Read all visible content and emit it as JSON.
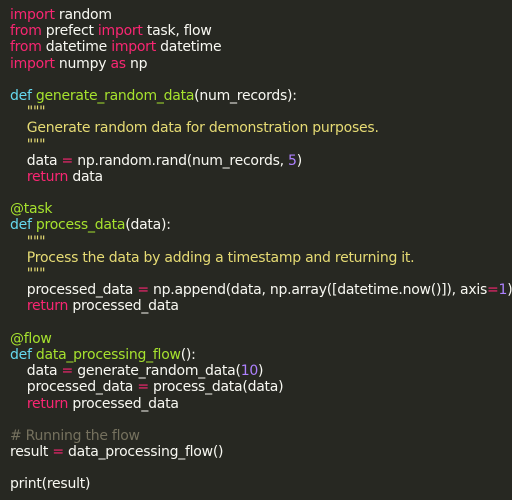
{
  "editor": {
    "theme_colors": {
      "background": "#272822",
      "text": "#f8f8f2",
      "keyword": "#f92672",
      "def_keyword": "#66d9ef",
      "function": "#a6e22e",
      "string": "#e6db74",
      "number": "#ae81ff",
      "comment": "#75715e"
    },
    "lines": [
      [
        {
          "t": "import",
          "k": "kw"
        },
        {
          "t": " random",
          "k": "plain"
        }
      ],
      [
        {
          "t": "from",
          "k": "kw"
        },
        {
          "t": " prefect ",
          "k": "plain"
        },
        {
          "t": "import",
          "k": "kw"
        },
        {
          "t": " task, flow",
          "k": "plain"
        }
      ],
      [
        {
          "t": "from",
          "k": "kw"
        },
        {
          "t": " datetime ",
          "k": "plain"
        },
        {
          "t": "import",
          "k": "kw"
        },
        {
          "t": " datetime",
          "k": "plain"
        }
      ],
      [
        {
          "t": "import",
          "k": "kw"
        },
        {
          "t": " numpy ",
          "k": "plain"
        },
        {
          "t": "as",
          "k": "kw"
        },
        {
          "t": " np",
          "k": "plain"
        }
      ],
      [],
      [
        {
          "t": "def",
          "k": "def"
        },
        {
          "t": " ",
          "k": "plain"
        },
        {
          "t": "generate_random_data",
          "k": "fn"
        },
        {
          "t": "(num_records):",
          "k": "plain"
        }
      ],
      [
        {
          "t": "    \"\"\"",
          "k": "str"
        }
      ],
      [
        {
          "t": "    Generate random data for demonstration purposes.",
          "k": "str"
        }
      ],
      [
        {
          "t": "    \"\"\"",
          "k": "str"
        }
      ],
      [
        {
          "t": "    data ",
          "k": "plain"
        },
        {
          "t": "=",
          "k": "op"
        },
        {
          "t": " np.random.rand(num_records, ",
          "k": "plain"
        },
        {
          "t": "5",
          "k": "num"
        },
        {
          "t": ")",
          "k": "plain"
        }
      ],
      [
        {
          "t": "    ",
          "k": "plain"
        },
        {
          "t": "return",
          "k": "kw"
        },
        {
          "t": " data",
          "k": "plain"
        }
      ],
      [],
      [
        {
          "t": "@task",
          "k": "dec"
        }
      ],
      [
        {
          "t": "def",
          "k": "def"
        },
        {
          "t": " ",
          "k": "plain"
        },
        {
          "t": "process_data",
          "k": "fn"
        },
        {
          "t": "(data):",
          "k": "plain"
        }
      ],
      [
        {
          "t": "    \"\"\"",
          "k": "str"
        }
      ],
      [
        {
          "t": "    Process the data by adding a timestamp and returning it.",
          "k": "str"
        }
      ],
      [
        {
          "t": "    \"\"\"",
          "k": "str"
        }
      ],
      [
        {
          "t": "    processed_data ",
          "k": "plain"
        },
        {
          "t": "=",
          "k": "op"
        },
        {
          "t": " np.append(data, np.array([datetime.now()]), axis",
          "k": "plain"
        },
        {
          "t": "=",
          "k": "op"
        },
        {
          "t": "1",
          "k": "num"
        },
        {
          "t": ")",
          "k": "plain"
        }
      ],
      [
        {
          "t": "    ",
          "k": "plain"
        },
        {
          "t": "return",
          "k": "kw"
        },
        {
          "t": " processed_data",
          "k": "plain"
        }
      ],
      [],
      [
        {
          "t": "@flow",
          "k": "dec"
        }
      ],
      [
        {
          "t": "def",
          "k": "def"
        },
        {
          "t": " ",
          "k": "plain"
        },
        {
          "t": "data_processing_flow",
          "k": "fn"
        },
        {
          "t": "():",
          "k": "plain"
        }
      ],
      [
        {
          "t": "    data ",
          "k": "plain"
        },
        {
          "t": "=",
          "k": "op"
        },
        {
          "t": " generate_random_data(",
          "k": "plain"
        },
        {
          "t": "10",
          "k": "num"
        },
        {
          "t": ")",
          "k": "plain"
        }
      ],
      [
        {
          "t": "    processed_data ",
          "k": "plain"
        },
        {
          "t": "=",
          "k": "op"
        },
        {
          "t": " process_data(data)",
          "k": "plain"
        }
      ],
      [
        {
          "t": "    ",
          "k": "plain"
        },
        {
          "t": "return",
          "k": "kw"
        },
        {
          "t": " processed_data",
          "k": "plain"
        }
      ],
      [],
      [
        {
          "t": "# Running the flow",
          "k": "comment"
        }
      ],
      [
        {
          "t": "result ",
          "k": "plain"
        },
        {
          "t": "=",
          "k": "op"
        },
        {
          "t": " data_processing_flow()",
          "k": "plain"
        }
      ],
      [],
      [
        {
          "t": "print(result)",
          "k": "plain"
        }
      ]
    ]
  }
}
